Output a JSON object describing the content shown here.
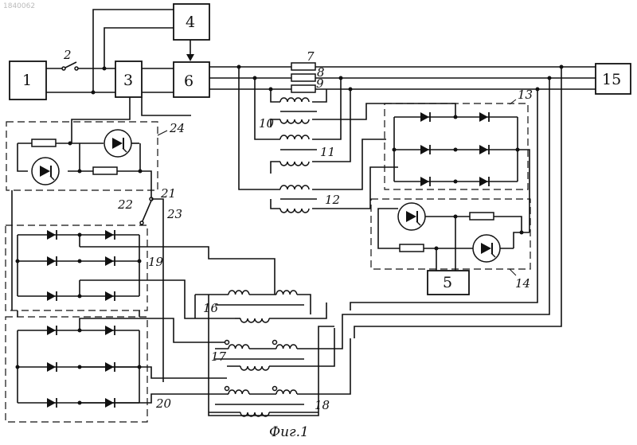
{
  "doc_id": "1840062",
  "caption": "Фиг.1",
  "blocks": {
    "b1": "1",
    "b3": "3",
    "b4": "4",
    "b6": "6",
    "b15": "15",
    "b5": "5"
  },
  "labels": {
    "l2": "2",
    "l7": "7",
    "l8": "8",
    "l9": "9",
    "l10": "10",
    "l11": "11",
    "l12": "12",
    "l13": "13",
    "l14": "14",
    "l16": "16",
    "l17": "17",
    "l18": "18",
    "l19": "19",
    "l20": "20",
    "l21": "21",
    "l22": "22",
    "l23": "23",
    "l24": "24"
  }
}
